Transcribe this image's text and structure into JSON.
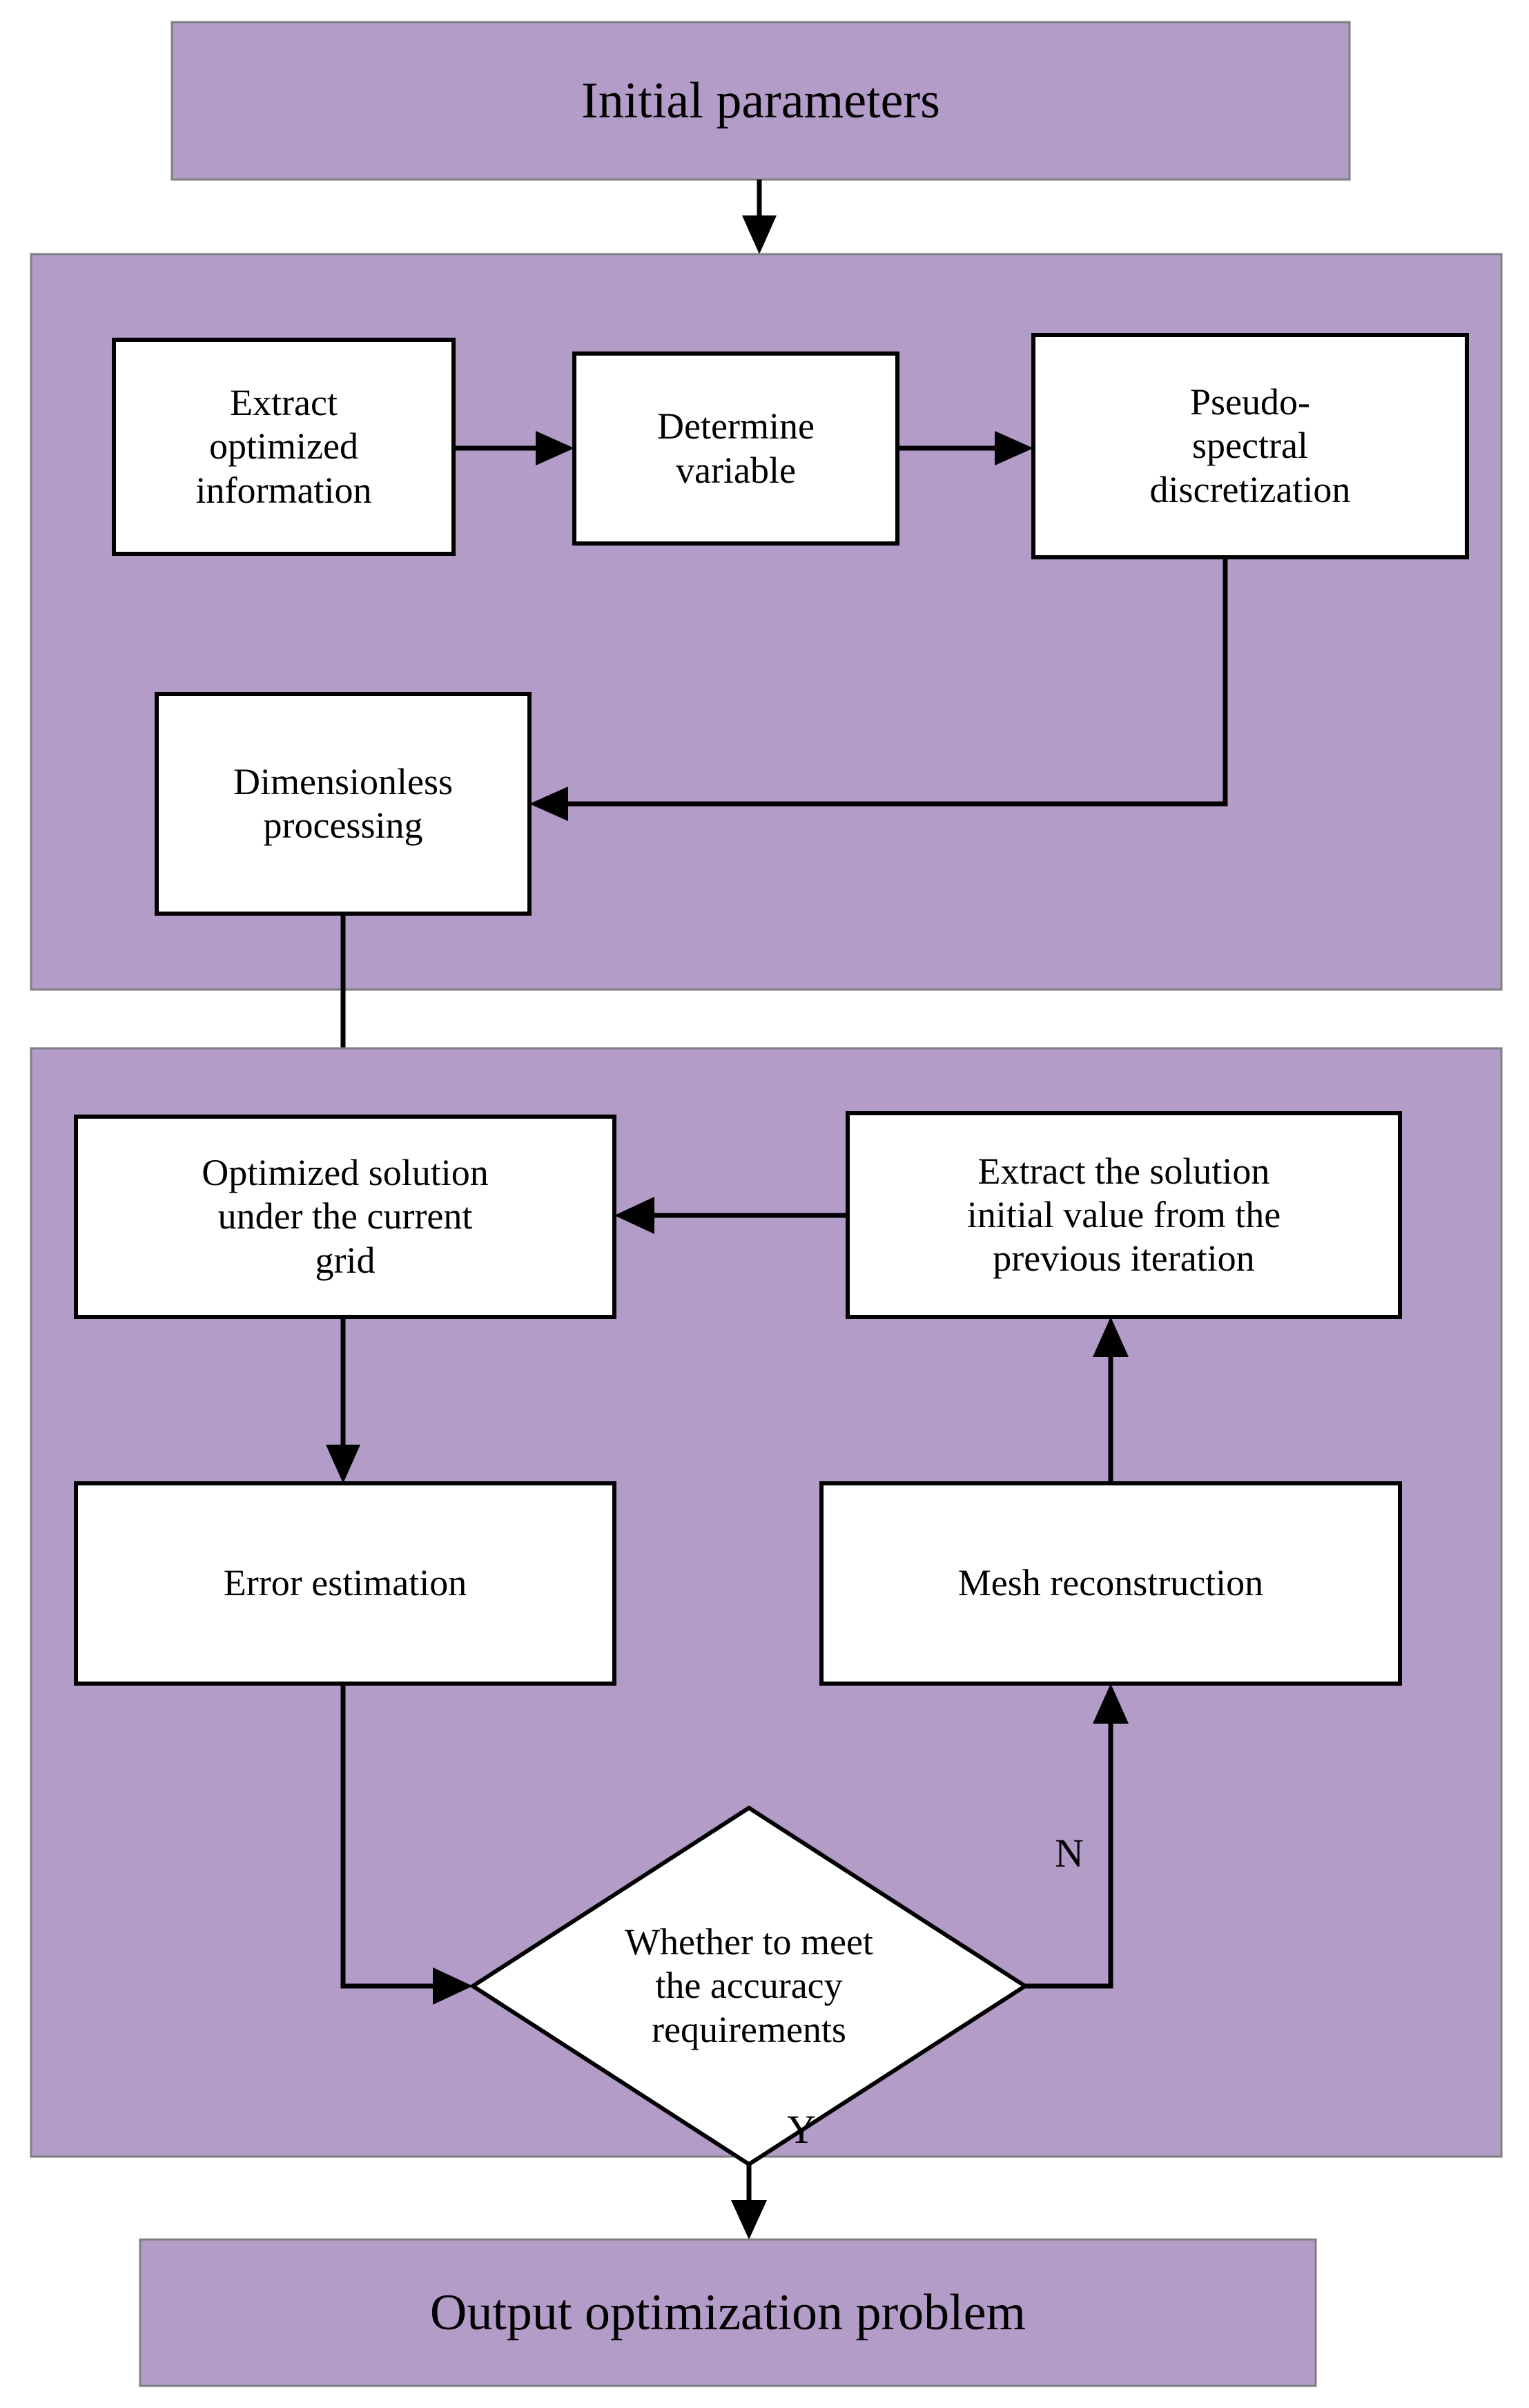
{
  "diagram": {
    "type": "flowchart",
    "title_node": {
      "label": "Initial parameters"
    },
    "output_node": {
      "label": "Output optimization problem"
    },
    "panel_color": "#b39cc8",
    "node_fill": "#ffffff",
    "edge_color": "#000000",
    "panels": [
      {
        "name": "discretization-stage"
      },
      {
        "name": "iteration-stage"
      }
    ],
    "nodes": [
      {
        "id": "extract-optimized-information",
        "label": "Extract\noptimized\ninformation",
        "shape": "process"
      },
      {
        "id": "determine-variable",
        "label": "Determine\nvariable",
        "shape": "process"
      },
      {
        "id": "pseudo-spectral-discretization",
        "label": "Pseudo-\nspectral\ndiscretization",
        "shape": "process"
      },
      {
        "id": "dimensionless-processing",
        "label": "Dimensionless\nprocessing",
        "shape": "process"
      },
      {
        "id": "optimized-solution-current-grid",
        "label": "Optimized solution\nunder the current\ngrid",
        "shape": "process"
      },
      {
        "id": "extract-solution-initial-value",
        "label": "Extract the solution\ninitial value from the\nprevious iteration",
        "shape": "process"
      },
      {
        "id": "error-estimation",
        "label": "Error estimation",
        "shape": "process"
      },
      {
        "id": "mesh-reconstruction",
        "label": "Mesh reconstruction",
        "shape": "process"
      },
      {
        "id": "accuracy-decision",
        "label": "Whether to meet\nthe accuracy\nrequirements",
        "shape": "decision"
      }
    ],
    "branch_labels": {
      "no": "N",
      "yes": "Y"
    },
    "edges": [
      {
        "from": "initial-parameters",
        "to": "extract-optimized-information",
        "label": ""
      },
      {
        "from": "extract-optimized-information",
        "to": "determine-variable",
        "label": ""
      },
      {
        "from": "determine-variable",
        "to": "pseudo-spectral-discretization",
        "label": ""
      },
      {
        "from": "pseudo-spectral-discretization",
        "to": "dimensionless-processing",
        "label": ""
      },
      {
        "from": "dimensionless-processing",
        "to": "optimized-solution-current-grid",
        "label": ""
      },
      {
        "from": "optimized-solution-current-grid",
        "to": "error-estimation",
        "label": ""
      },
      {
        "from": "error-estimation",
        "to": "accuracy-decision",
        "label": ""
      },
      {
        "from": "accuracy-decision",
        "to": "mesh-reconstruction",
        "label": "N"
      },
      {
        "from": "mesh-reconstruction",
        "to": "extract-solution-initial-value",
        "label": ""
      },
      {
        "from": "extract-solution-initial-value",
        "to": "optimized-solution-current-grid",
        "label": ""
      },
      {
        "from": "accuracy-decision",
        "to": "output-optimization-problem",
        "label": "Y"
      }
    ]
  }
}
